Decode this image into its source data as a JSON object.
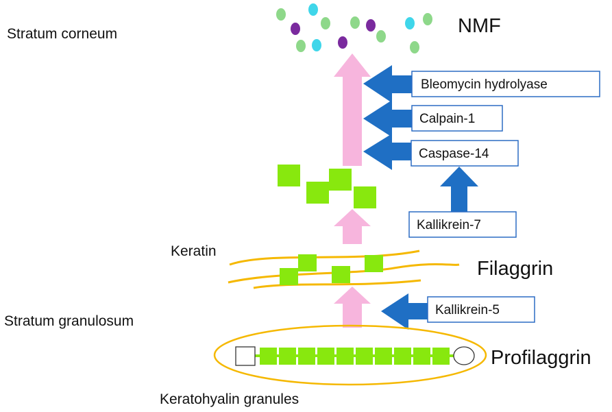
{
  "labels": {
    "stratum_corneum": "Stratum corneum",
    "nmf": "NMF",
    "keratin": "Keratin",
    "filaggrin": "Filaggrin",
    "stratum_granulosum": "Stratum granulosum",
    "profilaggrin": "Profilaggrin",
    "keratohyalin_granules": "Keratohyalin granules"
  },
  "enzymes": {
    "bleomycin_hydrolyase": "Bleomycin hydrolyase",
    "calpain_1": "Calpain-1",
    "caspase_14": "Caspase-14",
    "kallikrein_7": "Kallikrein-7",
    "kallikrein_5": "Kallikrein-5"
  },
  "colors": {
    "pink_arrow": "#f7b5dd",
    "blue_arrow": "#1f6fc4",
    "green_block": "#88e80e",
    "keratin_fiber": "#f5b800",
    "granule_outline": "#f5b800",
    "box_border": "#2b6cc4",
    "nmf_green": "#8ed88a",
    "nmf_purple": "#7a2a9e",
    "nmf_cyan": "#3fd6ea"
  }
}
